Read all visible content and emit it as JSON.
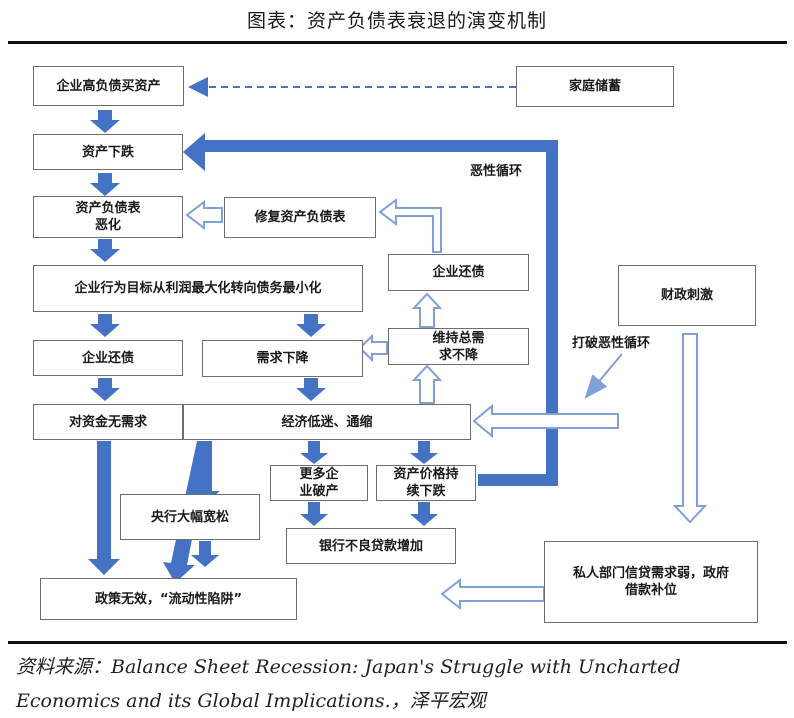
{
  "title": "图表：资产负债表衰退的演变机制",
  "boxes": {
    "b1": "企业高负债买资产",
    "b2": "家庭储蓄",
    "b3": "资产下跌",
    "b4": "资产负债表\n恶化",
    "b5": "修复资产负债表",
    "b6": "企业还债",
    "b7": "企业行为目标从利润最大化转向债务最小化",
    "b8": "财政刺激",
    "b9": "企业还债",
    "b10": "需求下降",
    "b11": "维持总需\n求不降",
    "b12": "对资金无需求",
    "b13": "经济低迷、通缩",
    "b14": "更多企\n业破产",
    "b15": "资产价格持\n续下跌",
    "b16": "央行大幅宽松",
    "b17": "银行不良贷款增加",
    "b18": "私人部门信贷需求弱，政府\n借款补位",
    "b19": "政策无效，“流动性陷阱”"
  },
  "labels": {
    "vicious_cycle": "恶性循环",
    "break_cycle": "打破恶性循环"
  },
  "source_text": "资料来源：Balance Sheet Recession: Japan's Struggle with Uncharted Economics and its Global Implications.，泽平宏观",
  "colors": {
    "blue": "#4472c4",
    "outline_arrow": "#5b7fc6",
    "border": "#6d6d6d"
  }
}
